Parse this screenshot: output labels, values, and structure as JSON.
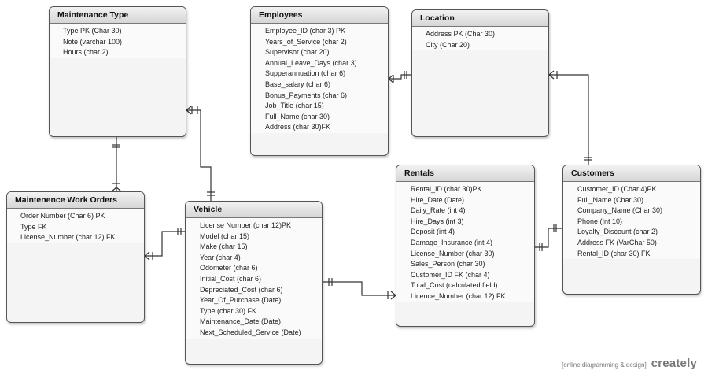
{
  "entities": {
    "maintenance_type": {
      "title": "Maintenance Type",
      "fields": [
        "Type  PK (Char 30)",
        "Note (varchar 100)",
        "Hours (char 2)"
      ]
    },
    "employees": {
      "title": "Employees",
      "fields": [
        "Employee_ID (char 3) PK",
        "Years_of_Service (char 2)",
        "Supervisor (char 20)",
        "Annual_Leave_Days (char 3)",
        "Supperannuation (char 6)",
        "Base_salary (char 6)",
        "Bonus_Payments (char 6)",
        "Job_Title (char 15)",
        "Full_Name (char 30)",
        "Address (char 30)FK"
      ]
    },
    "location": {
      "title": "Location",
      "fields": [
        "Address PK (Char 30)",
        "City (Char 20)"
      ]
    },
    "maintenance_work_orders": {
      "title": "Maintenence Work Orders",
      "fields": [
        "Order Number (Char 6)  PK",
        "Type FK",
        "License_Number (char 12) FK"
      ]
    },
    "vehicle": {
      "title": "Vehicle",
      "fields": [
        "License Number (char 12)PK",
        "Model (char 15)",
        "Make  (char 15)",
        "Year (char 4)",
        "Odometer (char 6)",
        "Initial_Cost (char 6)",
        "Depreciated_Cost (char 6)",
        "Year_Of_Purchase (Date)",
        "Type (char 30) FK",
        "Maintenance_Date (Date)",
        "Next_Scheduled_Service (Date)"
      ]
    },
    "rentals": {
      "title": "Rentals",
      "fields": [
        "Rental_ID (char 30)PK",
        "Hire_Date (Date)",
        "Daily_Rate  (int 4)",
        "Hire_Days  (int 3)",
        "Deposit  (int 4)",
        "Damage_Insurance (int 4)",
        "License_Number (char 30)",
        "Sales_Person  (char 30)",
        "Customer_ID FK  (char 4)",
        "Total_Cost (calculated field)",
        "Licence_Number (char 12) FK"
      ]
    },
    "customers": {
      "title": "Customers",
      "fields": [
        "Customer_ID (Char 4)PK",
        "Full_Name (Char 30)",
        "Company_Name (Char 30)",
        "Phone (Int 10)",
        "Loyalty_Discount (char 2)",
        "Address FK (VarChar 50)",
        "Rental_ID (char 30)  FK"
      ]
    }
  },
  "footer": {
    "note": "[online diagramming & design]",
    "logo": "creately"
  }
}
